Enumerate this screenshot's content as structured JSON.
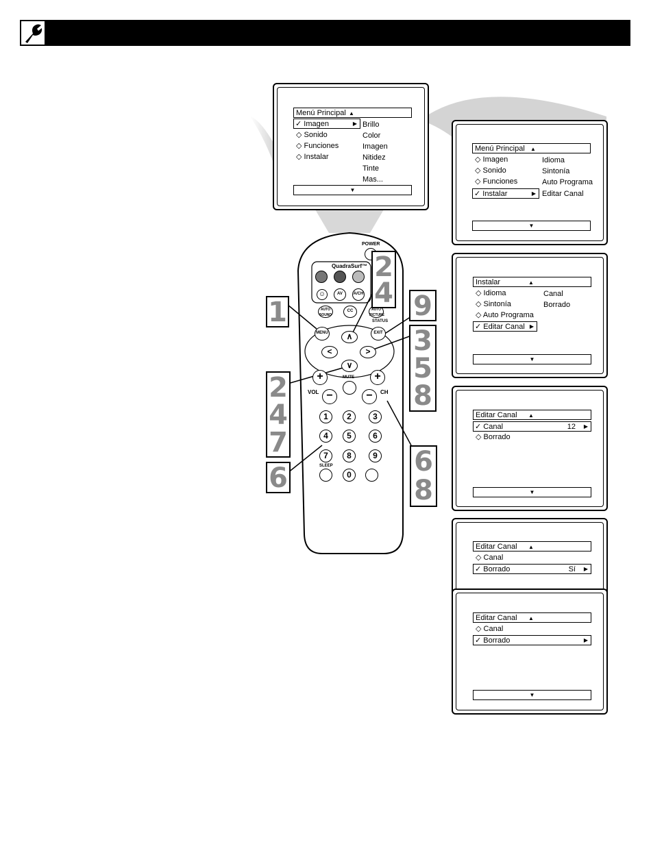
{
  "header": {
    "icon": "wrench-icon"
  },
  "screen1": {
    "title": "Menú Principal",
    "items": [
      "Imagen",
      "Sonido",
      "Funciones",
      "Instalar"
    ],
    "selected": "Imagen",
    "submenu": [
      "Brillo",
      "Color",
      "Imagen",
      "Nitidez",
      "Tinte",
      "Mas..."
    ]
  },
  "screen2": {
    "title": "Menú Principal",
    "items": [
      "Imagen",
      "Sonido",
      "Funciones",
      "Instalar"
    ],
    "selected": "Instalar",
    "submenu": [
      "Idioma",
      "Sintonía",
      "Auto Programa",
      "Editar Canal"
    ]
  },
  "screen3": {
    "title": "Instalar",
    "items": [
      "Idioma",
      "Sintonía",
      "Auto Programa",
      "Editar Canal"
    ],
    "selected": "Editar Canal",
    "submenu": [
      "Canal",
      "Borrado"
    ]
  },
  "screen4": {
    "title": "Editar Canal",
    "items": [
      "Canal",
      "Borrado"
    ],
    "selected": "Canal",
    "canal_value": "12"
  },
  "screen5": {
    "title": "Editar Canal",
    "items": [
      "Canal",
      "Borrado"
    ],
    "selected": "Borrado",
    "borrado_value": "Sí"
  },
  "screen6": {
    "title": "Editar Canal",
    "items": [
      "Canal",
      "Borrado"
    ],
    "selected": "Borrado"
  },
  "remote": {
    "power": "POWER",
    "brand": "QuadraSurf™",
    "av": "AV",
    "ach": "A/CH",
    "auto_sound": "AUTO SOUND",
    "cc": "CC",
    "auto_picture": "AUTO PICTURE",
    "status": "STATUS",
    "menu": "MENU",
    "exit": "EXIT",
    "ch_label": "CH",
    "mute": "MUTE",
    "vol": "VOL",
    "ch": "CH",
    "sleep": "SLEEP",
    "digits": [
      "1",
      "2",
      "3",
      "4",
      "5",
      "6",
      "7",
      "8",
      "9",
      "0"
    ]
  },
  "steps": {
    "s1": "1",
    "s24_top": [
      "2",
      "4"
    ],
    "s9": "9",
    "s358": [
      "3",
      "5",
      "8"
    ],
    "s247": [
      "2",
      "4",
      "7"
    ],
    "s6_left": "6",
    "s68": [
      "6",
      "8"
    ]
  }
}
